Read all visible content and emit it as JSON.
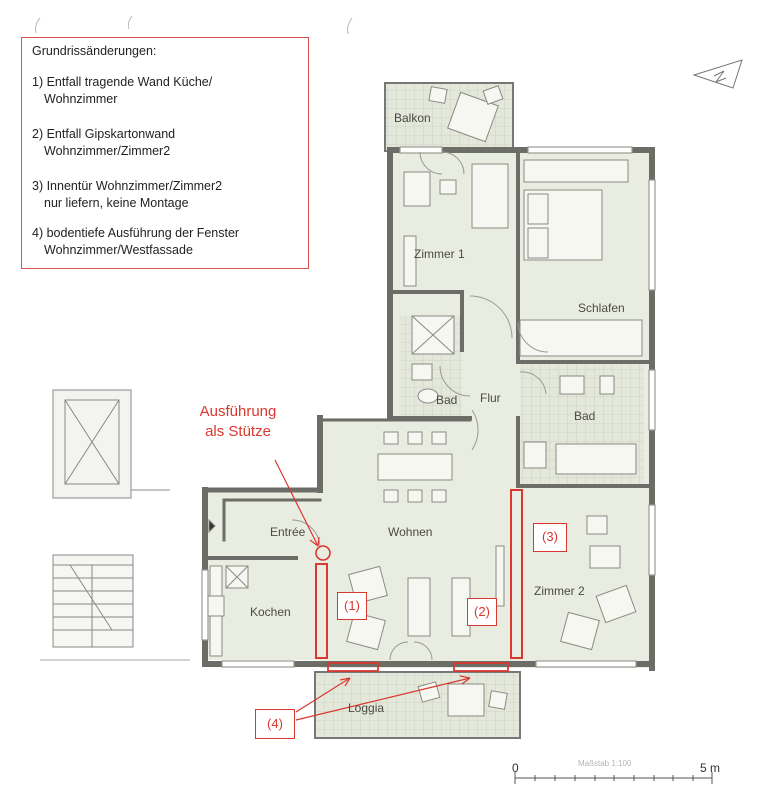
{
  "notes": {
    "title": "Grundrissänderungen:",
    "items": [
      {
        "line1": "1) Entfall tragende Wand Küche/",
        "line2": "Wohnzimmer"
      },
      {
        "line1": "2) Entfall Gipskartonwand",
        "line2": "Wohnzimmer/Zimmer2"
      },
      {
        "line1": "3) Innentür Wohnzimmer/Zimmer2",
        "line2": "nur liefern, keine Montage"
      },
      {
        "line1": "4) bodentiefe Ausführung der Fenster",
        "line2": "Wohnzimmer/Westfassade"
      }
    ]
  },
  "callout": {
    "line1": "Ausführung",
    "line2": "als Stütze"
  },
  "markers": {
    "m1": "(1)",
    "m2": "(2)",
    "m3": "(3)",
    "m4": "(4)"
  },
  "rooms": {
    "balkon": "Balkon",
    "zimmer1": "Zimmer 1",
    "schlafen": "Schlafen",
    "bad_small": "Bad",
    "flur": "Flur",
    "bad": "Bad",
    "entree": "Entrée",
    "wohnen": "Wohnen",
    "zimmer2": "Zimmer 2",
    "kochen": "Kochen",
    "loggia": "Loggia"
  },
  "scale": {
    "start": "0",
    "end": "5 m",
    "caption": "Maßstab 1:100"
  },
  "colors": {
    "floor": "#e9ece0",
    "wall": "#7a7a74",
    "annotation": "#d9382f",
    "tile": "#c9cdbd"
  }
}
